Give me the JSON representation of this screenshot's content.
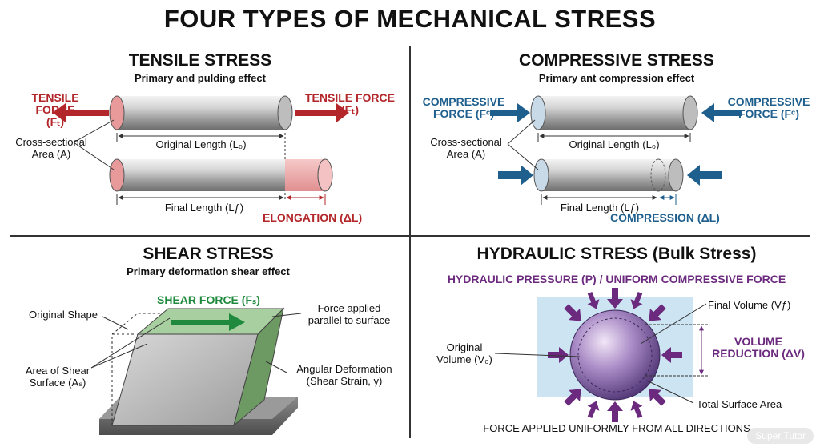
{
  "title": "FOUR TYPES OF MECHANICAL STRESS",
  "tensile": {
    "title": "TENSILE STRESS",
    "subtitle": "Primary and pulding effect",
    "force_left": "TENSILE FORCE",
    "force_left_sym": "(Fₜ)",
    "force_right": "TENSILE FORCE",
    "force_right_sym": "(Fₜ)",
    "cross_section": "Cross-sectional",
    "cross_section_2": "Area (A)",
    "original_length": "Original Length (L₀)",
    "final_length": "Final Length (Lƒ)",
    "elongation": "ELONGATION (ΔL)"
  },
  "compressive": {
    "title": "COMPRESSIVE STRESS",
    "subtitle": "Primary ant compression effect",
    "force_left": "COMPRESSIVE",
    "force_left_sym": "FORCE (Fᶜ)",
    "force_right": "COMPRESSIVE",
    "force_right_sym": "FORCE (Fᶜ)",
    "cross_section": "Cross-sectional",
    "cross_section_2": "Area (A)",
    "original_length": "Original Length (L₀)",
    "final_length": "Final Length (Lƒ)",
    "compression": "COMPRESSION (ΔL)"
  },
  "shear": {
    "title": "SHEAR STRESS",
    "subtitle": "Primary deformation shear effect",
    "force": "SHEAR FORCE (Fₛ)",
    "original_shape": "Original Shape",
    "force_applied": "Force applied",
    "force_applied_2": "parallel to surface",
    "area": "Area of Shear",
    "area_2": "Surface (Aₛ)",
    "angular": "Angular Deformation",
    "angular_2": "(Shear Strain, γ)"
  },
  "hydraulic": {
    "title": "HYDRAULIC STRESS (Bulk Stress)",
    "pressure": "HYDRAULIC PRESSURE (P) / UNIFORM COMPRESSIVE FORCE",
    "final_volume": "Final Volume (Vƒ)",
    "original_volume": "Original",
    "original_volume_2": "Volume (V₀)",
    "volume": "VOLUME",
    "reduction": "REDUCTION (ΔV)",
    "total_surface": "Total Surface Area",
    "footer": "FORCE APPLIED UNIFORMLY FROM ALL DIRECTIONS"
  },
  "watermark": "Super Tutor",
  "colors": {
    "tensile": "#b3262a",
    "compressive": "#1e5f8e",
    "hydraulic": "#6b2a7e",
    "shear": "#1f8a3e"
  }
}
